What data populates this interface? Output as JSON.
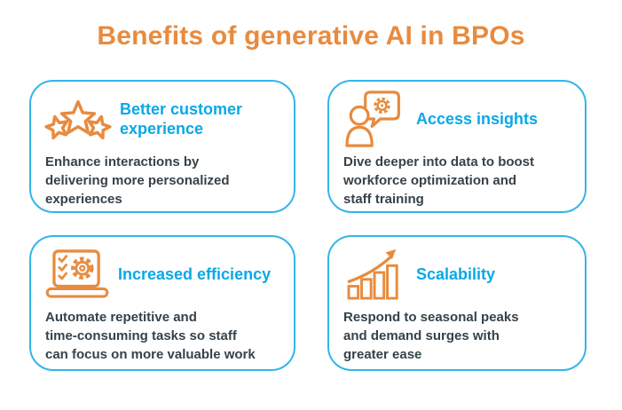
{
  "page": {
    "title": "Benefits of generative AI in BPOs"
  },
  "colors": {
    "accent_orange": "#E88B3E",
    "accent_cyan": "#0AA8E5",
    "card_border": "#33B5EA",
    "body_text": "#36424A",
    "background": "#FFFFFF"
  },
  "cards": [
    {
      "id": "better-customer-experience",
      "icon": "stars-icon",
      "title_lines": [
        "Better customer",
        "experience"
      ],
      "description_lines": [
        "Enhance interactions by",
        "delivering more personalized",
        "experiences"
      ]
    },
    {
      "id": "access-insights",
      "icon": "person-speech-gear-icon",
      "title_lines": [
        "Access insights"
      ],
      "description_lines": [
        "Dive deeper into data to boost",
        "workforce optimization and",
        "staff training"
      ]
    },
    {
      "id": "increased-efficiency",
      "icon": "laptop-gear-checklist-icon",
      "title_lines": [
        "Increased efficiency"
      ],
      "description_lines": [
        "Automate repetitive and",
        "time-consuming tasks so staff",
        "can focus on more valuable work"
      ]
    },
    {
      "id": "scalability",
      "icon": "growth-bar-chart-icon",
      "title_lines": [
        "Scalability"
      ],
      "description_lines": [
        "Respond to seasonal peaks",
        "and demand surges with",
        "greater ease"
      ]
    }
  ]
}
